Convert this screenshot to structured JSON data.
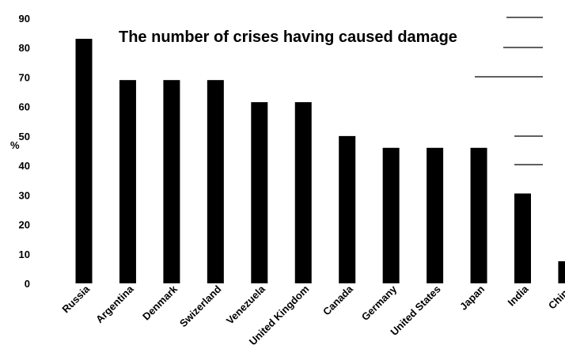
{
  "chart_data": {
    "type": "bar",
    "title": "The number of crises having caused damage",
    "xlabel": "",
    "ylabel": "%",
    "categories": [
      "Russia",
      "Argentina",
      "Denmark",
      "Swizerland",
      "Venezuela",
      "United Kingdom",
      "Canada",
      "Germany",
      "United States",
      "Japan",
      "India",
      "China"
    ],
    "values": [
      83,
      69,
      69,
      69,
      61.5,
      61.5,
      50,
      46,
      46,
      46,
      30.5,
      7.5
    ],
    "ylim": [
      0,
      90
    ],
    "yticks": [
      0,
      10,
      20,
      30,
      40,
      50,
      60,
      70,
      80,
      90
    ],
    "grid": false,
    "legend": "none",
    "bar_color": "#000000"
  }
}
